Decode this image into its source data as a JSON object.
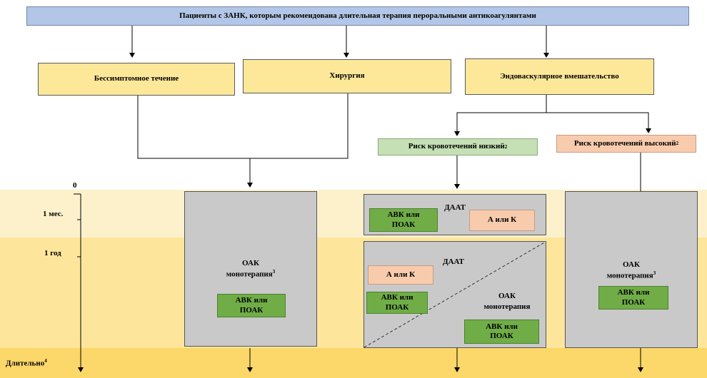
{
  "header": {
    "title": "Пациенты с ЗАНК, которым рекомендована длительная терапия пероральными антикоагулянтами"
  },
  "branches": {
    "asymptomatic": "Бессимптомное течение",
    "surgery": "Хирургия",
    "endovascular": "Эндоваскулярное вмешательство"
  },
  "risk": {
    "low": "Риск кровотечений низкий",
    "low_sup": "2",
    "high": "Риск кровотечений высокий",
    "high_sup": "2"
  },
  "timeline": {
    "zero": "0",
    "month": "1 мес.",
    "year": "1 год",
    "long": "Длительно",
    "long_sup": "4"
  },
  "therapy": {
    "oak": "ОАК",
    "mono_sup": "монотерапия",
    "mono_sup_mark": "3",
    "mono_plain": "монотерапия",
    "vka_line1": "АВК или",
    "vka_line2": "ПОАК",
    "daat": "ДААТ",
    "a_or_k": "А или К"
  },
  "colors": {
    "header_blue": "#b4c6e7",
    "yellow": "#fde89a",
    "light_green": "#c5e0b4",
    "salmon": "#f8cbad",
    "green": "#70ad47",
    "gray": "#c9c9c9"
  }
}
